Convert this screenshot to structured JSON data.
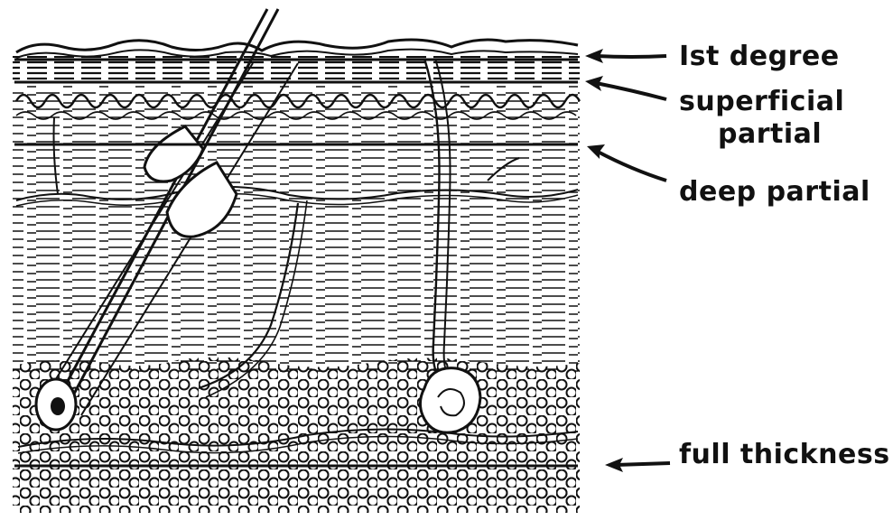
{
  "labels": {
    "first_degree": "Ist degree",
    "superficial_partial_line1": "superficial",
    "superficial_partial_line2": "partial",
    "deep_partial": "deep partial",
    "full_thickness": "full thickness"
  },
  "colors": {
    "ink": "#111111",
    "paper": "#ffffff"
  }
}
